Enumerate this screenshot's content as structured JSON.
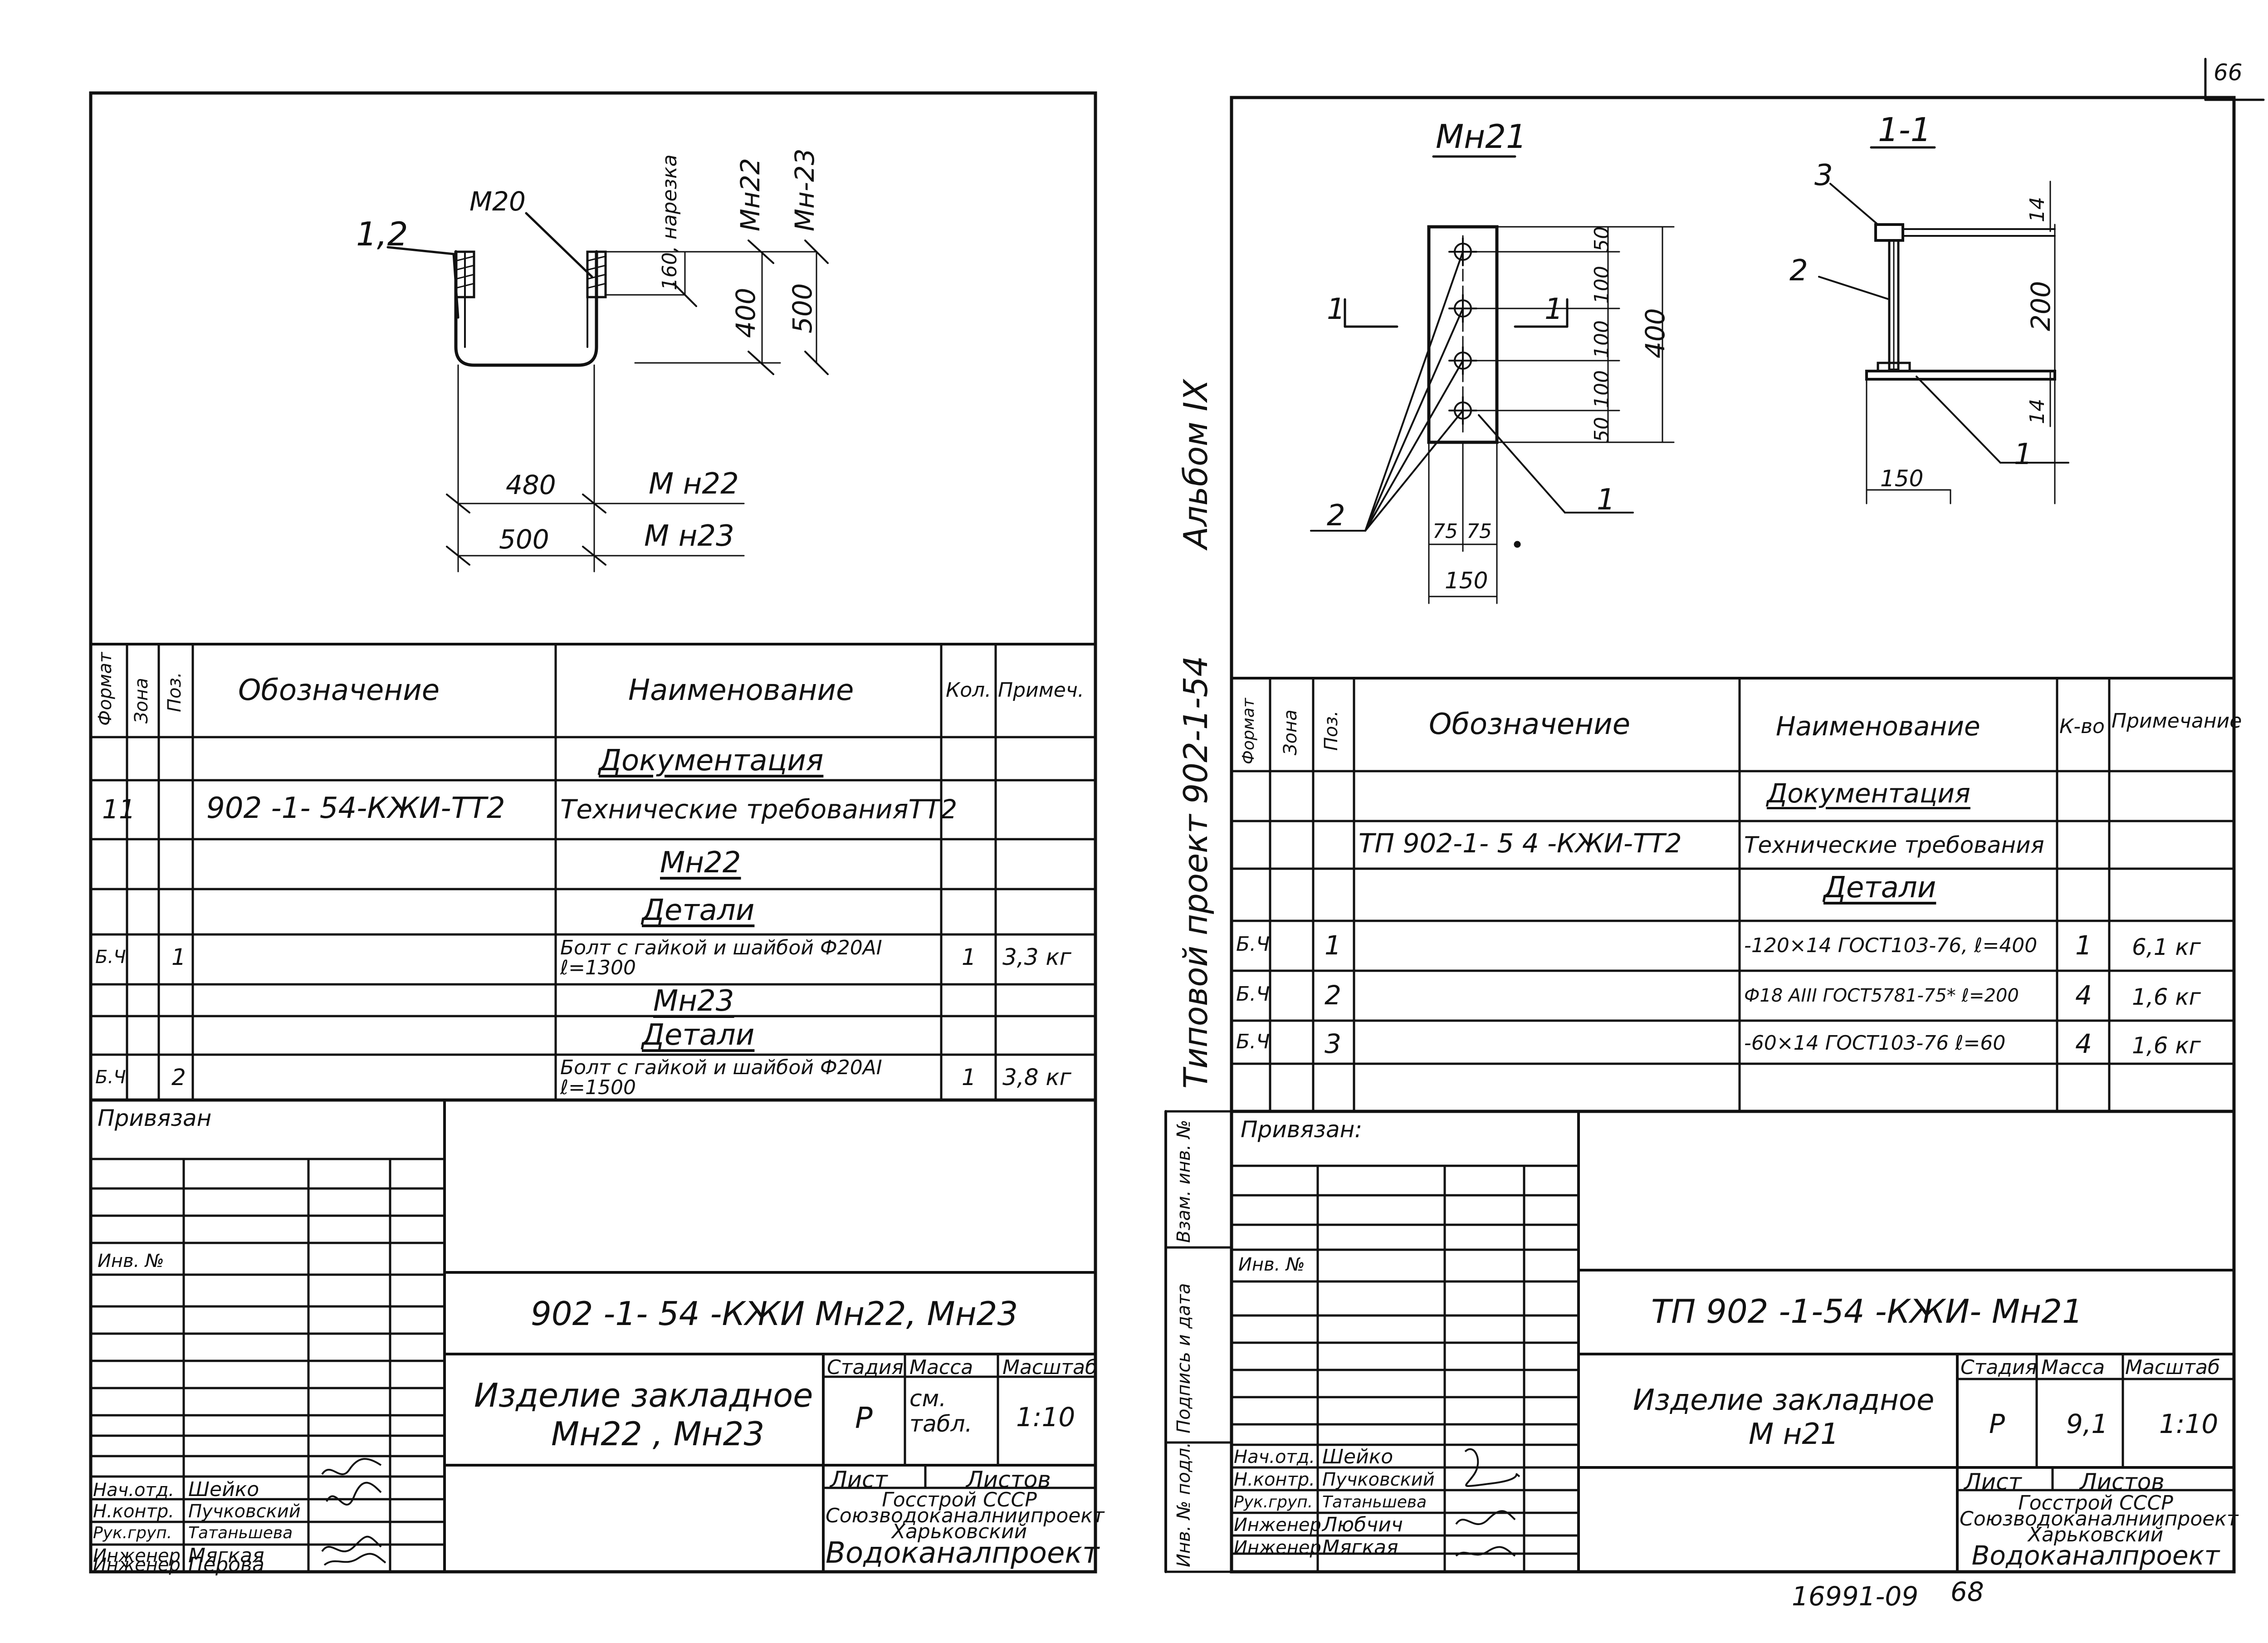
{
  "page_number_top": "66",
  "page_number_bottom": "68",
  "sheet_code_bottom": "16991-09",
  "album_label": "Альбом IX",
  "project_label": "Типовой проект 902-1-54",
  "left_sheet": {
    "drawing": {
      "label_12": "1,2",
      "label_m20": "M20",
      "label_thread": "160, нарезка",
      "label_mn22_top": "Mн22",
      "label_mn23_top": "Mн-23",
      "dim_400": "400",
      "dim_500": "500",
      "dim_480": "480",
      "dim_500_bottom": "500",
      "label_mn22": "M н22",
      "label_mn23": "M н23"
    },
    "spec": {
      "headers": [
        "Формат",
        "Зона",
        "Поз.",
        "Обозначение",
        "Наименование",
        "Кол.",
        "Примеч."
      ],
      "rows": [
        {
          "format": "",
          "pos": "",
          "designation": "",
          "name": "Документация",
          "qty": "",
          "note": "",
          "section": true
        },
        {
          "format": "11",
          "pos": "",
          "designation": "902 -1- 54-КЖИ-ТТ2",
          "name": "Технические требованияТТ2",
          "qty": "",
          "note": ""
        },
        {
          "format": "",
          "pos": "",
          "designation": "",
          "name": "Mн22",
          "qty": "",
          "note": "",
          "section": true
        },
        {
          "format": "",
          "pos": "",
          "designation": "",
          "name": "Детали",
          "qty": "",
          "note": "",
          "section": true
        },
        {
          "format": "Б.Ч",
          "pos": "1",
          "designation": "",
          "name": "Болт с гайкой и шайбой Ф20АI  ℓ=1300",
          "qty": "1",
          "note": "3,3 кг"
        },
        {
          "format": "",
          "pos": "",
          "designation": "",
          "name": "Mн23",
          "qty": "",
          "note": "",
          "section": true
        },
        {
          "format": "",
          "pos": "",
          "designation": "",
          "name": "Детали",
          "qty": "",
          "note": "",
          "section": true
        },
        {
          "format": "Б.Ч",
          "pos": "2",
          "designation": "",
          "name": "Болт с гайкой и шайбой Ф20АI  ℓ=1500",
          "qty": "1",
          "note": "3,8 кг"
        }
      ]
    },
    "title_block": {
      "privyazan": "Привязан",
      "inv_no": "Инв. №",
      "document_code": "902 -1- 54    -КЖИ  Mн22, Mн23",
      "item_title_line1": "Изделие  закладное",
      "item_title_line2": "Mн22 , Mн23",
      "stage_label": "Стадия",
      "mass_label": "Масса",
      "scale_label": "Масштаб",
      "stage": "Р",
      "mass": "см. табл.",
      "scale": "1:10",
      "sheet_label": "Лист",
      "sheets_label": "Листов",
      "org_line1": "Госстрой СССР",
      "org_line2": "Союзводоканалниипроект",
      "org_line3": "Харьковский",
      "org_line4": "Водоканалпроект",
      "staff": [
        {
          "role": "Нач.отд.",
          "name": "Шейко"
        },
        {
          "role": "Н.контр.",
          "name": "Пучковский"
        },
        {
          "role": "Рук.груп.",
          "name": "Татаньшева"
        },
        {
          "role": "Инженер",
          "name": "Мягкая"
        },
        {
          "role": "Инженер",
          "name": "Перова"
        }
      ]
    }
  },
  "right_sheet": {
    "drawing": {
      "title_mn21": "Mн21",
      "title_section": "1-1",
      "dim_50a": "50",
      "dim_100a": "100",
      "dim_100b": "100",
      "dim_100c": "100",
      "dim_50b": "50",
      "dim_400": "400",
      "dim_75a": "75",
      "dim_75b": "75",
      "dim_150": "150",
      "label_2": "2",
      "label_1": "1",
      "section_mark": "1",
      "sec_label_3": "3",
      "sec_label_2": "2",
      "sec_label_1": "1",
      "sec_dim_14a": "14",
      "sec_dim_200": "200",
      "sec_dim_14b": "14",
      "sec_dim_150": "150"
    },
    "spec": {
      "headers": [
        "Формат",
        "Зона",
        "Поз.",
        "Обозначение",
        "Наименование",
        "К-во",
        "Примечание"
      ],
      "rows": [
        {
          "format": "",
          "pos": "",
          "designation": "",
          "name": "Документация",
          "qty": "",
          "note": "",
          "section": true
        },
        {
          "format": "",
          "pos": "",
          "designation": "ТП 902-1- 5 4 -КЖИ-ТТ2",
          "name": "Технические требования",
          "qty": "",
          "note": ""
        },
        {
          "format": "",
          "pos": "",
          "designation": "",
          "name": "Детали",
          "qty": "",
          "note": "",
          "section": true
        },
        {
          "format": "Б.Ч",
          "pos": "1",
          "designation": "",
          "name": "-120×14 ГОСТ103-76, ℓ=400",
          "qty": "1",
          "note": "6,1 кг"
        },
        {
          "format": "Б.Ч",
          "pos": "2",
          "designation": "",
          "name": "Ф18 АIII ГОСТ5781-75* ℓ=200",
          "qty": "4",
          "note": "1,6 кг"
        },
        {
          "format": "Б.Ч",
          "pos": "3",
          "designation": "",
          "name": "-60×14 ГОСТ103-76  ℓ=60",
          "qty": "4",
          "note": "1,6 кг"
        },
        {
          "format": "",
          "pos": "",
          "designation": "",
          "name": "",
          "qty": "",
          "note": ""
        }
      ]
    },
    "side_labels": [
      "Взам. инв. №",
      "Подпись и дата",
      "Инв. № подл."
    ],
    "title_block": {
      "privyazan": "Привязан:",
      "inv_no": "Инв. №",
      "document_code": "ТП 902 -1-54   -КЖИ- Mн21",
      "item_title_line1": "Изделие  закладное",
      "item_title_line2": "M н21",
      "stage_label": "Стадия",
      "mass_label": "Масса",
      "scale_label": "Масштаб",
      "stage": "Р",
      "mass": "9,1",
      "scale": "1:10",
      "sheet_label": "Лист",
      "sheets_label": "Листов",
      "org_line1": "Госстрой СССР",
      "org_line2": "Союзводоканалниипроект",
      "org_line3": "Харьковский",
      "org_line4": "Водоканалпроект",
      "staff": [
        {
          "role": "Нач.отд.",
          "name": "Шейко"
        },
        {
          "role": "Н.контр.",
          "name": "Пучковский"
        },
        {
          "role": "Рук.груп.",
          "name": "Татаньшева"
        },
        {
          "role": "Инженер",
          "name": "Любчич"
        },
        {
          "role": "Инженер",
          "name": "Мягкая"
        }
      ]
    }
  }
}
